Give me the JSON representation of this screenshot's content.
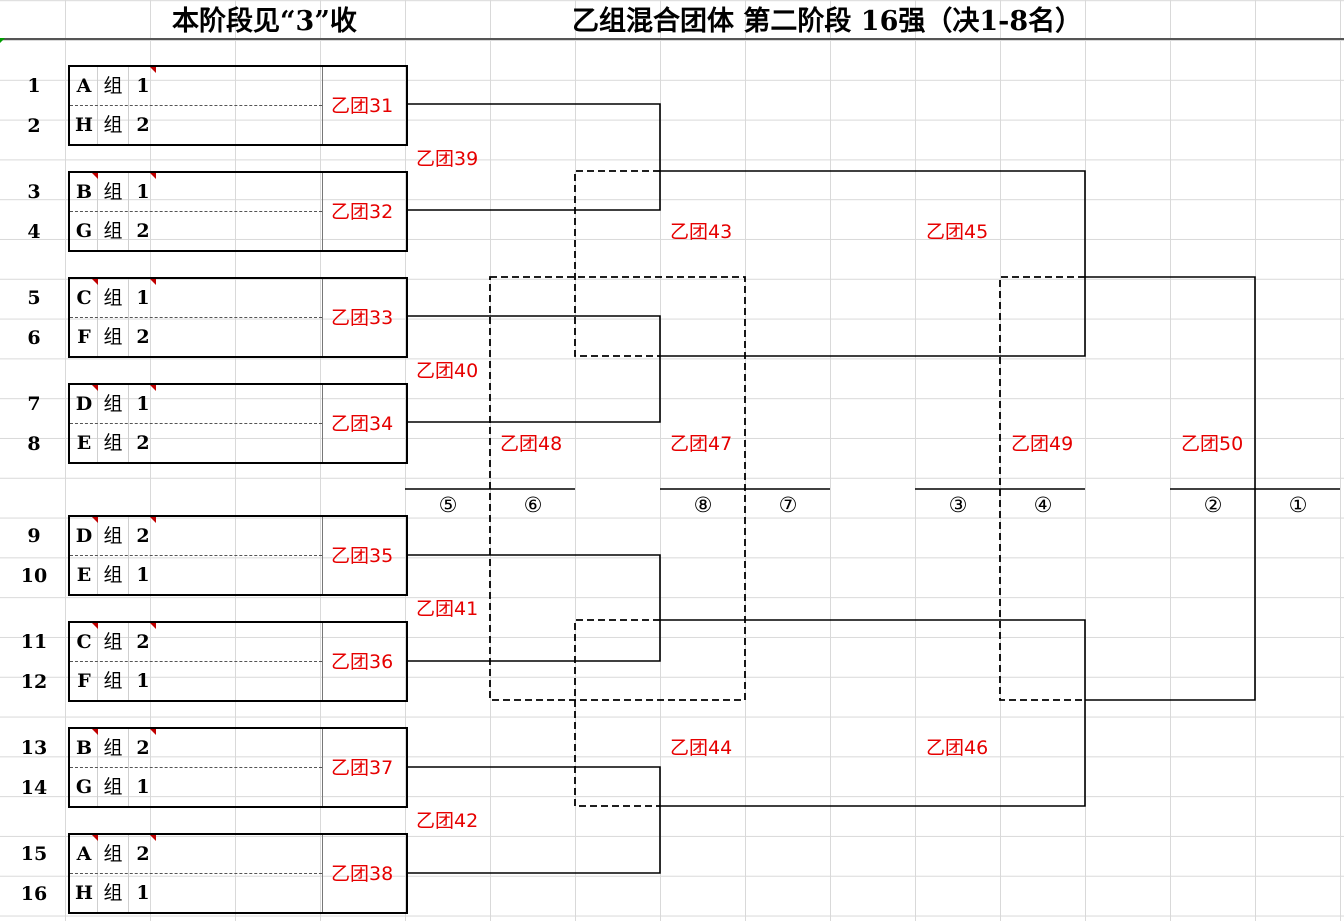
{
  "header": {
    "left_title": "本阶段见“3”收",
    "right_title": "乙组混合团体  第二阶段  16强（决1-8名）"
  },
  "rows": [
    "1",
    "2",
    "3",
    "4",
    "5",
    "6",
    "7",
    "8",
    "9",
    "10",
    "11",
    "12",
    "13",
    "14",
    "15",
    "16"
  ],
  "slots": [
    {
      "group": "A",
      "label": "组",
      "num": "1"
    },
    {
      "group": "H",
      "label": "组",
      "num": "2"
    },
    {
      "group": "B",
      "label": "组",
      "num": "1"
    },
    {
      "group": "G",
      "label": "组",
      "num": "2"
    },
    {
      "group": "C",
      "label": "组",
      "num": "1"
    },
    {
      "group": "F",
      "label": "组",
      "num": "2"
    },
    {
      "group": "D",
      "label": "组",
      "num": "1"
    },
    {
      "group": "E",
      "label": "组",
      "num": "2"
    },
    {
      "group": "D",
      "label": "组",
      "num": "2"
    },
    {
      "group": "E",
      "label": "组",
      "num": "1"
    },
    {
      "group": "C",
      "label": "组",
      "num": "2"
    },
    {
      "group": "F",
      "label": "组",
      "num": "1"
    },
    {
      "group": "B",
      "label": "组",
      "num": "2"
    },
    {
      "group": "G",
      "label": "组",
      "num": "1"
    },
    {
      "group": "A",
      "label": "组",
      "num": "2"
    },
    {
      "group": "H",
      "label": "组",
      "num": "1"
    }
  ],
  "box_matches": [
    "乙团31",
    "乙团32",
    "乙团33",
    "乙团34",
    "乙团35",
    "乙团36",
    "乙团37",
    "乙团38"
  ],
  "bracket_matches": {
    "m39": "乙团39",
    "m40": "乙团40",
    "m41": "乙团41",
    "m42": "乙团42",
    "m43": "乙团43",
    "m44": "乙团44",
    "m45": "乙团45",
    "m46": "乙团46",
    "m47": "乙团47",
    "m48": "乙团48",
    "m49": "乙团49",
    "m50": "乙团50"
  },
  "ranks": {
    "r5": "⑤",
    "r6": "⑥",
    "r8": "⑧",
    "r7": "⑦",
    "r3": "③",
    "r4": "④",
    "r2": "②",
    "r1": "①"
  },
  "colors": {
    "match_text": "#e60000",
    "line": "#000000",
    "grid": "#d9d9d9"
  }
}
